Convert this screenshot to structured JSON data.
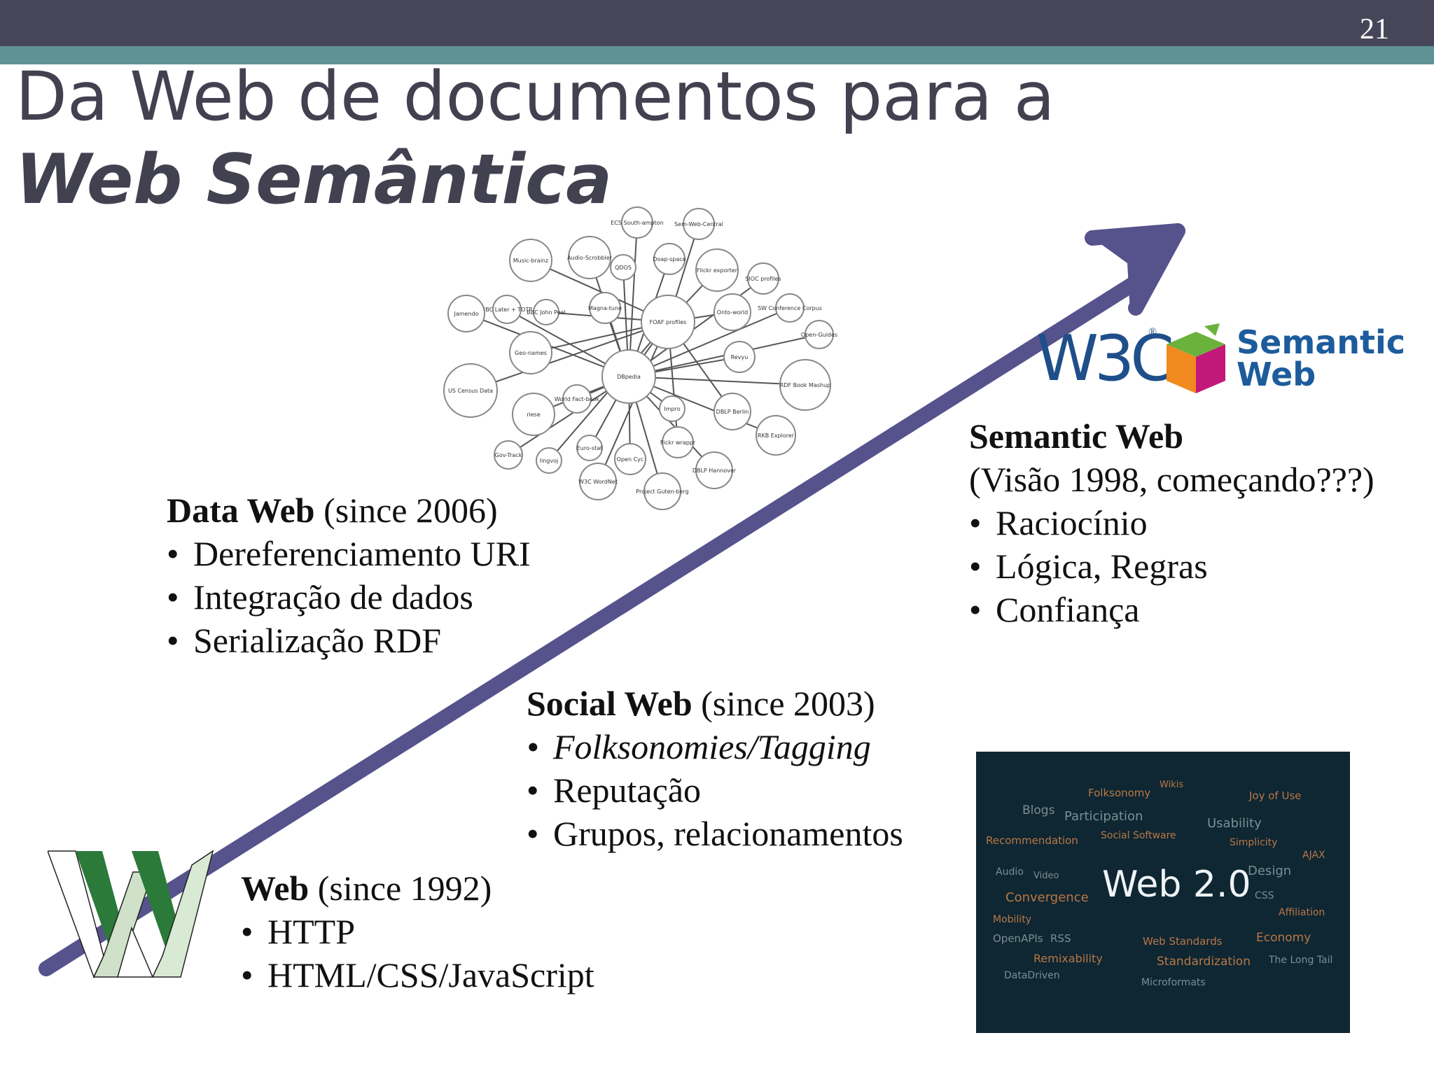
{
  "slide_number": "21",
  "title": {
    "line1": "Da Web de documentos para a",
    "line2": "Web Semântica"
  },
  "data_web": {
    "heading": "Data Web",
    "since": "(since 2006)",
    "items": [
      "Dereferenciamento URI",
      "Integração de dados",
      "Serialização RDF"
    ]
  },
  "social_web": {
    "heading": "Social Web",
    "since": "(since 2003)",
    "items": [
      "Folksonomies/Tagging",
      "Reputação",
      "Grupos, relacionamentos"
    ]
  },
  "web": {
    "heading": "Web",
    "since": "(since 1992)",
    "items": [
      "HTTP",
      "HTML/CSS/JavaScript"
    ]
  },
  "semantic_web": {
    "heading": "Semantic Web",
    "subtitle": "(Visão 1998, começando???)",
    "items": [
      "Raciocínio",
      "Lógica, Regras",
      "Confiança"
    ]
  },
  "w3c_logo": {
    "w3c": "W3C",
    "reg": "®",
    "semantic_line1": "Semantic",
    "semantic_line2": "Web"
  },
  "web20_cloud": {
    "main": "Web 2.0",
    "tags": [
      "Folksonomy",
      "Wikis",
      "Joy of Use",
      "Blogs",
      "Participation",
      "Usability",
      "Recommendation",
      "Social Software",
      "Simplicity",
      "AJAX",
      "Audio",
      "Video",
      "Design",
      "Convergence",
      "CSS",
      "Mobility",
      "Affiliation",
      "OpenAPIs",
      "RSS",
      "Web Standards",
      "Economy",
      "Remixability",
      "Standardization",
      "The Long Tail",
      "DataDriven",
      "Microformats"
    ]
  },
  "linked_data_graph": {
    "center": "DBpedia",
    "hub": "FOAF profiles",
    "nodes": [
      "Music-brainz",
      "Audio-Scrobbler",
      "ECS South-ampton",
      "Sem-Web-Central",
      "Doap-space",
      "QDOS",
      "Flickr exporter",
      "SIOC profiles",
      "BBC Later + TOTP",
      "BBC John Peel",
      "Magna-tune",
      "Jamendo",
      "Onto-world",
      "SW Conference Corpus",
      "Open-Guides",
      "Geo-names",
      "Revyu",
      "RDF Book Mashup",
      "US Census Data",
      "World Fact-book",
      "Impro",
      "DBLP Berlin",
      "riese",
      "Euro-stat",
      "flickr wrappr",
      "RKB Explorer",
      "Gov-Track",
      "lingvoj",
      "Open Cyc",
      "DBLP Hannover",
      "W3C WordNet",
      "Project Guten-berg"
    ]
  },
  "colors": {
    "header_dark": "#474658",
    "header_teal": "#5f9294",
    "title_text": "#424150",
    "arrow": "#56528c",
    "w3c_blue": "#1f4f8a",
    "web20_bg": "#0f2633"
  }
}
